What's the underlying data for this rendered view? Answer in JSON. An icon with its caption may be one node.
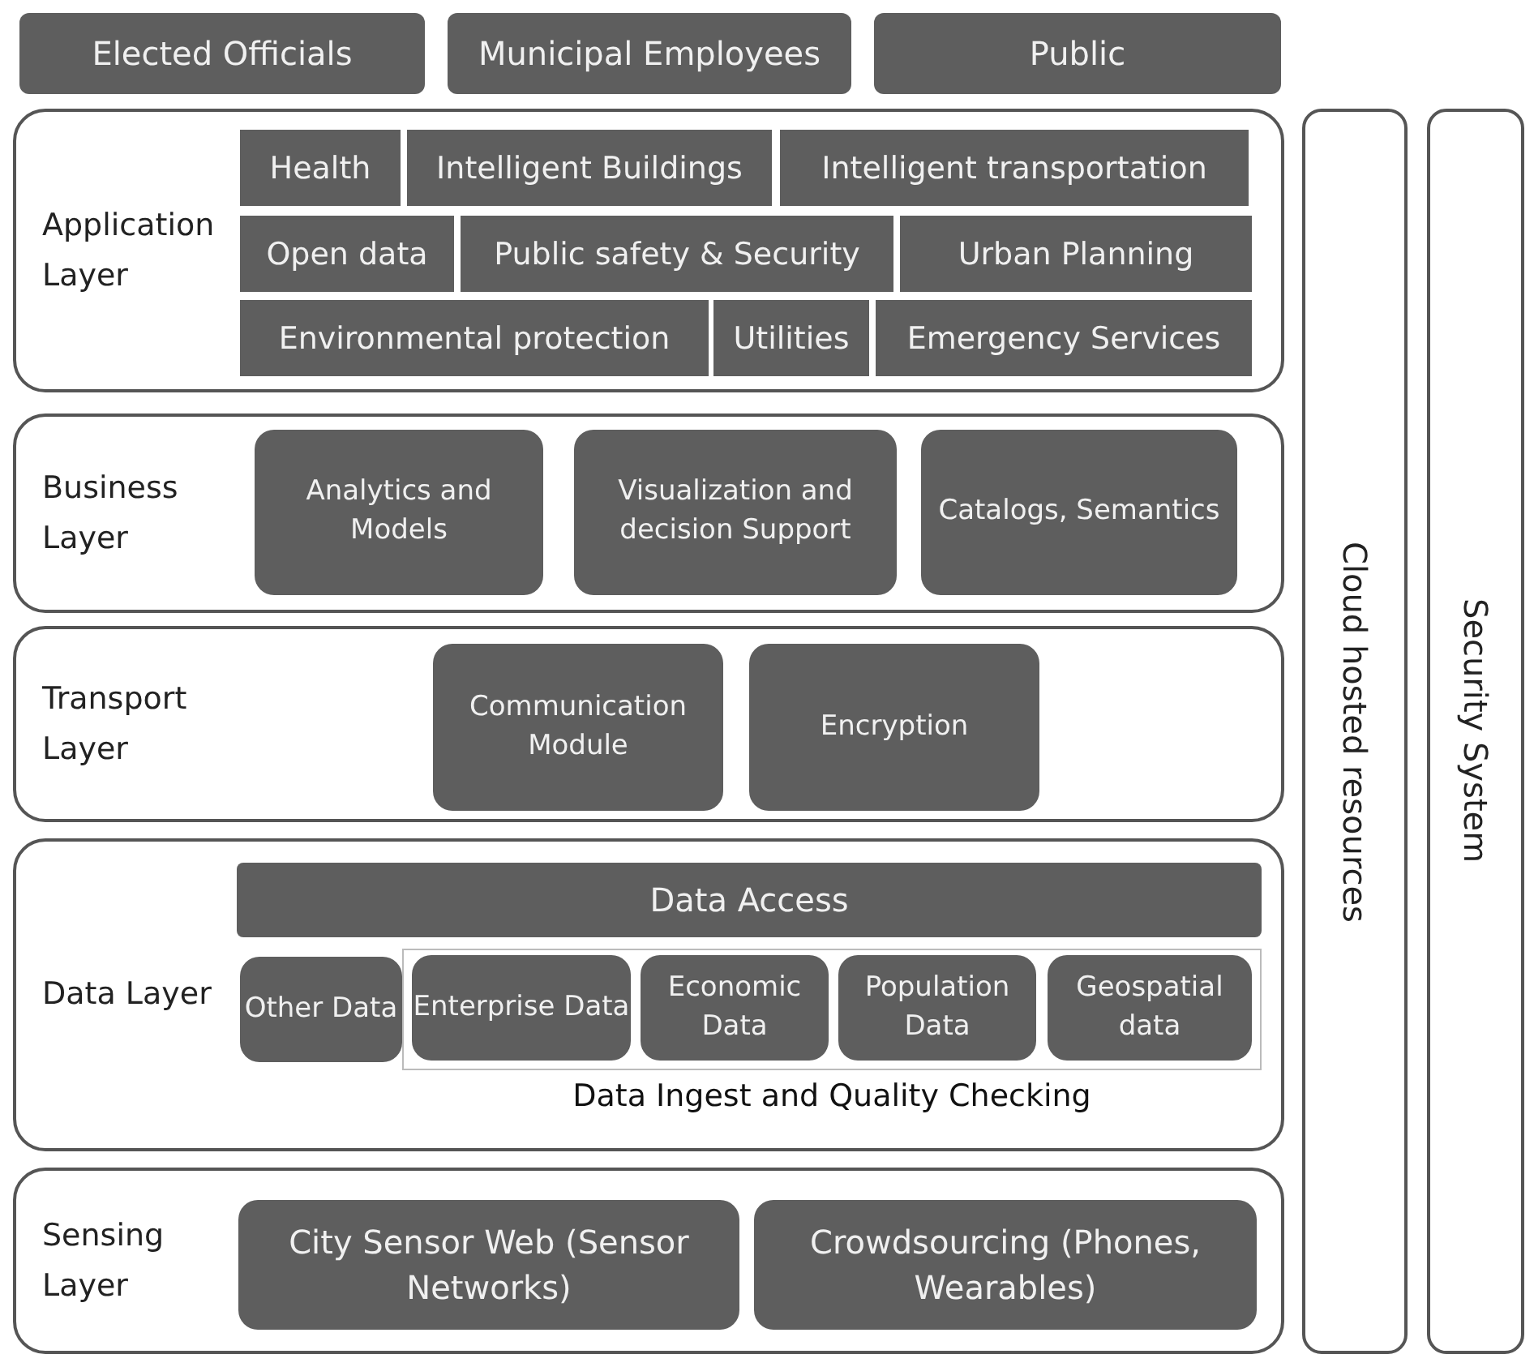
{
  "diagram": {
    "nodes": [
      {
        "text": [
          "Elected Officials"
        ]
      },
      {
        "text": [
          "Municipal Employees"
        ]
      },
      {
        "text": [
          "Public"
        ]
      },
      {
        "text": [
          "Application Layer"
        ]
      },
      {
        "text": [
          "Health"
        ],
        "in": 3
      },
      {
        "text": [
          "Intelligent Buildings"
        ],
        "in": 3
      },
      {
        "text": [
          "Intelligent transportation"
        ],
        "in": 3
      },
      {
        "text": [
          "Open data"
        ],
        "in": 3
      },
      {
        "text": [
          "Public safety & Security"
        ],
        "in": 3
      },
      {
        "text": [
          "Urban Planning"
        ],
        "in": 3
      },
      {
        "text": [
          "Environmental protection"
        ],
        "in": 3
      },
      {
        "text": [
          "Utilities"
        ],
        "in": 3
      },
      {
        "text": [
          "Emergency Services"
        ],
        "in": 3
      },
      {
        "text": [
          "Business Layer"
        ]
      },
      {
        "text": [
          "Analytics and Models"
        ],
        "in": 13
      },
      {
        "text": [
          "Visualization and decision Support"
        ],
        "in": 13
      },
      {
        "text": [
          "Catalogs, Semantics"
        ],
        "in": 13
      },
      {
        "text": [
          "Transport Layer"
        ]
      },
      {
        "text": [
          "Communication Module"
        ],
        "in": 17
      },
      {
        "text": [
          "Encryption"
        ],
        "in": 17
      },
      {
        "text": [
          "Data Layer"
        ]
      },
      {
        "text": [
          "Data Access"
        ],
        "in": 20
      },
      {
        "text": [
          "Other Data"
        ],
        "in": 20
      },
      {
        "text": [
          "Data Ingest and Quality Checking"
        ],
        "in": 20
      },
      {
        "text": [
          "Enterprise Data"
        ],
        "in": 23
      },
      {
        "text": [
          "Economic Data"
        ],
        "in": 23
      },
      {
        "text": [
          "Population Data"
        ],
        "in": 23
      },
      {
        "text": [
          "Geospatial data"
        ],
        "in": 23
      },
      {
        "text": [
          "Sensing Layer"
        ]
      },
      {
        "text": [
          "City Sensor Web (Sensor Networks)"
        ],
        "in": 28
      },
      {
        "text": [
          "Crowdsourcing (Phones, Wearables)"
        ],
        "in": 28
      },
      {
        "text": [
          "Cloud hosted resources"
        ]
      },
      {
        "text": [
          "Security System"
        ]
      }
    ]
  }
}
